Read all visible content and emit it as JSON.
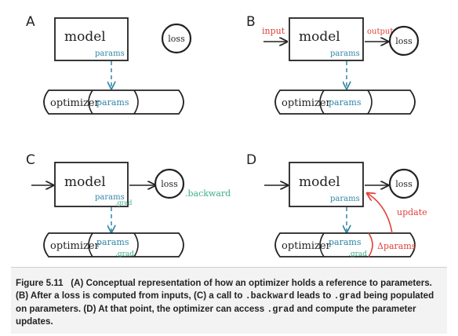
{
  "panels": [
    {
      "letter": "A"
    },
    {
      "letter": "B"
    },
    {
      "letter": "C"
    },
    {
      "letter": "D"
    }
  ],
  "labels": {
    "model": "model",
    "params": "params",
    "loss": "loss",
    "optimizer": "optimizer",
    "input": "input",
    "output": "output",
    "backward": ".backward",
    "grad": ".grad",
    "update": "update",
    "delta_params": "Δparams"
  },
  "colors": {
    "ink": "#222222",
    "params_blue": "#2f86a7",
    "grad_green": "#3fae8e",
    "red": "#e0413a",
    "caption_bg": "#f3f3f3"
  },
  "caption": {
    "figure": "Figure 5.11",
    "p1": "(A) Conceptual representation of how an optimizer holds a reference to parameters. (B) After a loss is computed from inputs, (C) a call to",
    "code1": ".backward",
    "p2": "leads to",
    "code2": ".grad",
    "p3": "being populated on parameters. (D) At that point, the optimizer can access",
    "code3": ".grad",
    "p4": "and compute the parameter updates."
  }
}
